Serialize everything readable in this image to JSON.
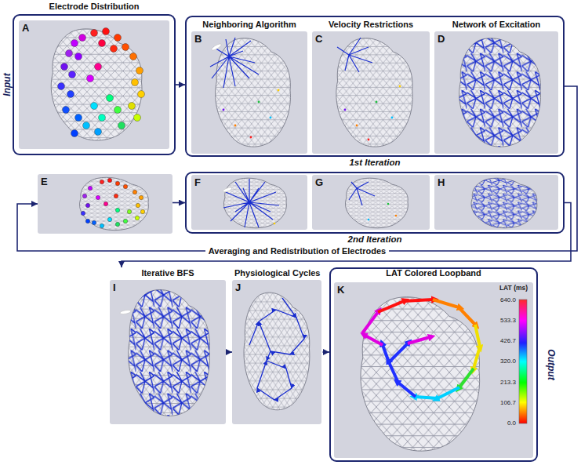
{
  "diagram": {
    "nodes": [
      {
        "text": [
          "Electrode Distribution"
        ]
      },
      {
        "text": [
          "A"
        ],
        "in": 0
      },
      {
        "text": [
          "1st Iteration"
        ]
      },
      {
        "text": [
          "Neighboring Algorithm",
          "B"
        ],
        "in": 2
      },
      {
        "text": [
          "Velocity Restrictions",
          "C"
        ],
        "in": 2
      },
      {
        "text": [
          "Network of Excitation",
          "D"
        ],
        "in": 2
      },
      {
        "text": [
          "E"
        ]
      },
      {
        "text": [
          "2nd Iteration"
        ]
      },
      {
        "text": [
          "F"
        ],
        "in": 7
      },
      {
        "text": [
          "G"
        ],
        "in": 7
      },
      {
        "text": [
          "H"
        ],
        "in": 7
      },
      {
        "text": [
          "Iterative BFS",
          "I"
        ]
      },
      {
        "text": [
          "Physiological Cycles",
          "J"
        ]
      },
      {
        "text": [
          "LAT Colored Loopband",
          "K"
        ]
      }
    ],
    "edges": [
      {
        "from": 0,
        "to": 2,
        "arrow": "to"
      },
      {
        "from": 2,
        "to": 6,
        "label": "Averaging and Redistribution of Electrodes",
        "arrow": "to"
      },
      {
        "from": 6,
        "to": 7,
        "arrow": "to"
      },
      {
        "from": 7,
        "to": 11,
        "arrow": "to"
      },
      {
        "from": 11,
        "to": 12,
        "arrow": "to"
      },
      {
        "from": 12,
        "to": 13,
        "arrow": "to"
      }
    ],
    "labels": [
      "Input",
      "Output",
      "LAT (ms)",
      "640.0",
      "533.3",
      "426.7",
      "320.0",
      "213.3",
      "106.7",
      "0.0"
    ]
  }
}
